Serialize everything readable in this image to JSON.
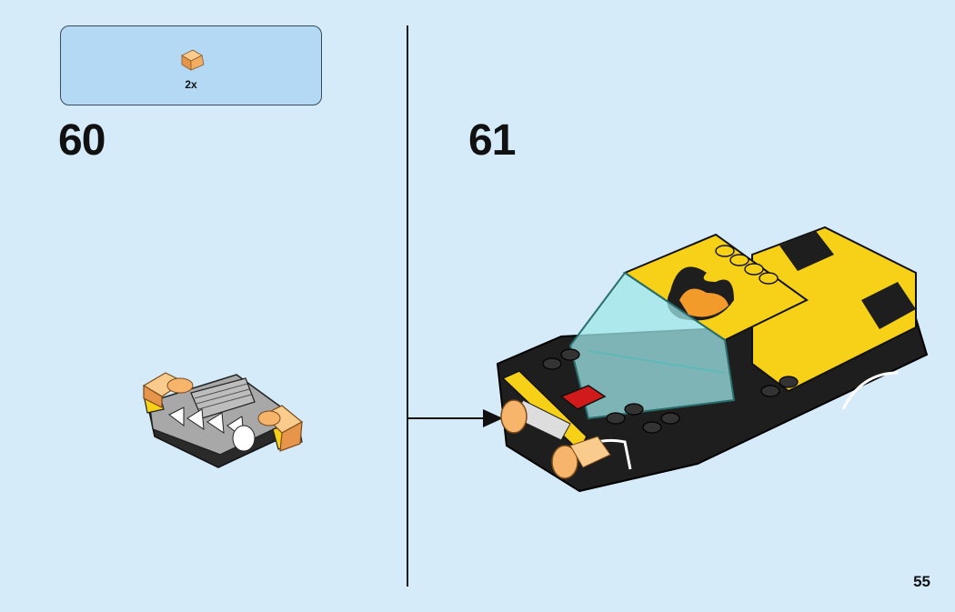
{
  "parts_callout": {
    "quantity": "2x",
    "piece_icon": "orange-transparent-slope-brick-icon"
  },
  "steps": [
    {
      "number": "60"
    },
    {
      "number": "61"
    }
  ],
  "page_number": "55",
  "colors": {
    "background": "#d6ebfa",
    "callout_fill": "#b3d9f5",
    "brick_yellow": "#f7d117",
    "brick_black": "#1e1e1e",
    "trans_clear_blue": "#9fe7e8",
    "trans_orange": "#f6b56a",
    "brick_red": "#d11a1a"
  }
}
